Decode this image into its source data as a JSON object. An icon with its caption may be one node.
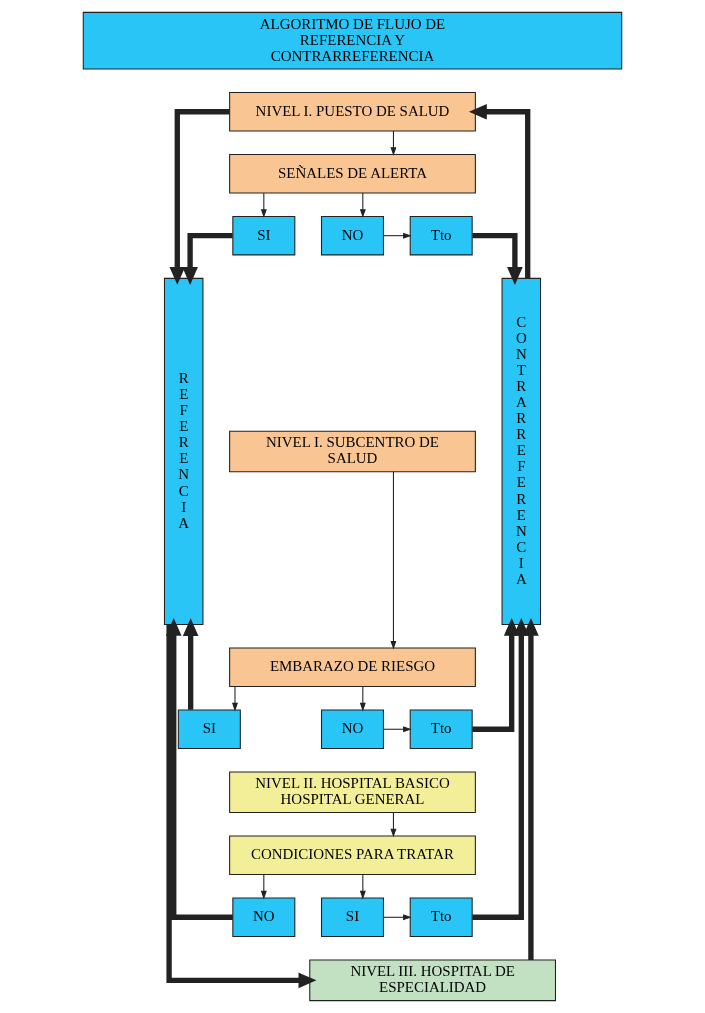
{
  "diagram": {
    "nodes": [
      {
        "text": [
          "ALGORITMO DE FLUJO DE REFERENCIA Y CONTRARREFERENCIA"
        ]
      },
      {
        "text": [
          "NIVEL I. PUESTO DE SALUD"
        ]
      },
      {
        "text": [
          "REFERENCIA"
        ]
      },
      {
        "text": [
          "CONTRARREFERENCIA"
        ]
      },
      {
        "text": [
          "SEÑALES DE ALERTA"
        ]
      },
      {
        "text": [
          "SI"
        ]
      },
      {
        "text": [
          "NO"
        ]
      },
      {
        "text": [
          "Tto"
        ]
      },
      {
        "text": [
          "NIVEL I. SUBCENTRO DE SALUD"
        ]
      },
      {
        "text": [
          "EMBARAZO DE RIESGO"
        ]
      },
      {
        "text": [
          "SI"
        ]
      },
      {
        "text": [
          "NO"
        ]
      },
      {
        "text": [
          "Tto"
        ]
      },
      {
        "text": [
          "NIVEL II. HOSPITAL BASICO HOSPITAL GENERAL"
        ]
      },
      {
        "text": [
          "CONDICIONES PARA TRATAR"
        ]
      },
      {
        "text": [
          "NO"
        ]
      },
      {
        "text": [
          "SI"
        ]
      },
      {
        "text": [
          "Tto"
        ]
      },
      {
        "text": [
          "NIVEL III. HOSPITAL DE ESPECIALIDAD"
        ]
      }
    ],
    "edges": [
      {
        "from": 1,
        "to": 2,
        "arrow": "to",
        "style": "thick"
      },
      {
        "from": 3,
        "to": 1,
        "arrow": "to",
        "style": "thick"
      },
      {
        "from": 1,
        "to": 4,
        "arrow": "to"
      },
      {
        "from": 4,
        "to": 5,
        "arrow": "to"
      },
      {
        "from": 4,
        "to": 6,
        "arrow": "to"
      },
      {
        "from": 5,
        "to": 2,
        "arrow": "to",
        "style": "thick"
      },
      {
        "from": 6,
        "to": 7,
        "arrow": "to"
      },
      {
        "from": 7,
        "to": 3,
        "arrow": "to",
        "style": "thick"
      },
      {
        "from": 8,
        "to": 9,
        "arrow": "to"
      },
      {
        "from": 9,
        "to": 10,
        "arrow": "to"
      },
      {
        "from": 9,
        "to": 11,
        "arrow": "to"
      },
      {
        "from": 10,
        "to": 2,
        "arrow": "to",
        "style": "thick"
      },
      {
        "from": 11,
        "to": 12,
        "arrow": "to"
      },
      {
        "from": 12,
        "to": 3,
        "arrow": "to",
        "style": "thick"
      },
      {
        "from": 13,
        "to": 14,
        "arrow": "to"
      },
      {
        "from": 14,
        "to": 15,
        "arrow": "to"
      },
      {
        "from": 14,
        "to": 16,
        "arrow": "to"
      },
      {
        "from": 15,
        "to": 2,
        "arrow": "to",
        "style": "thick"
      },
      {
        "from": 16,
        "to": 17,
        "arrow": "to"
      },
      {
        "from": 17,
        "to": 3,
        "arrow": "to",
        "style": "thick"
      },
      {
        "from": 2,
        "to": 18,
        "arrow": "to",
        "style": "thick"
      },
      {
        "from": 18,
        "to": 3,
        "arrow": "to",
        "style": "thick"
      }
    ]
  }
}
